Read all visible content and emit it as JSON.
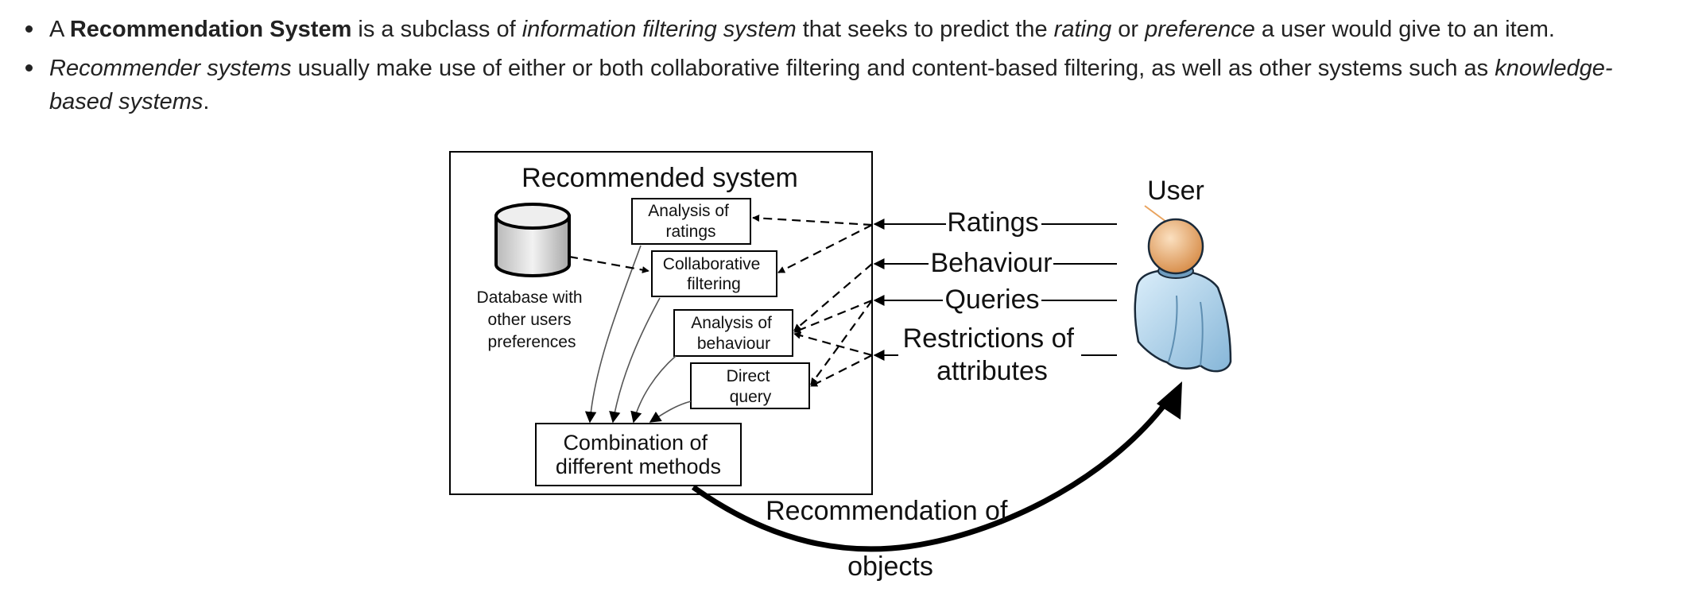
{
  "bullets": [
    {
      "t1": "A ",
      "t2": "Recommendation System",
      "t3": " is a subclass of ",
      "t4": "information filtering system",
      "t5": " that seeks to predict the ",
      "t6": "rating",
      "t7": " or ",
      "t8": "preference",
      "t9": " a user would give to an item."
    },
    {
      "t1": "Recommender systems",
      "t2": " usually make use of either or both collaborative filtering and content-based filtering, as well as other systems such as ",
      "t3": "knowledge-based systems",
      "t4": "."
    }
  ],
  "diagram": {
    "system_title": "Recommended system",
    "database_label": [
      "Database with",
      "other users",
      "preferences"
    ],
    "boxes": {
      "analysis_ratings": [
        "Analysis of",
        "ratings"
      ],
      "collaborative": [
        "Collaborative",
        "filtering"
      ],
      "analysis_behaviour": [
        "Analysis of",
        "behaviour"
      ],
      "direct_query": [
        "Direct",
        "query"
      ],
      "combination": [
        "Combination of",
        "different methods"
      ]
    },
    "inputs": {
      "ratings": "Ratings",
      "behaviour": "Behaviour",
      "queries": "Queries",
      "restrictions": [
        "Restrictions of",
        "attributes"
      ]
    },
    "user_label": "User",
    "output_label": [
      "Recommendation of",
      "objects"
    ],
    "colors": {
      "user_head": "#e9a35e",
      "user_body": "#a9cde6",
      "database": "#d8d8d8"
    }
  }
}
